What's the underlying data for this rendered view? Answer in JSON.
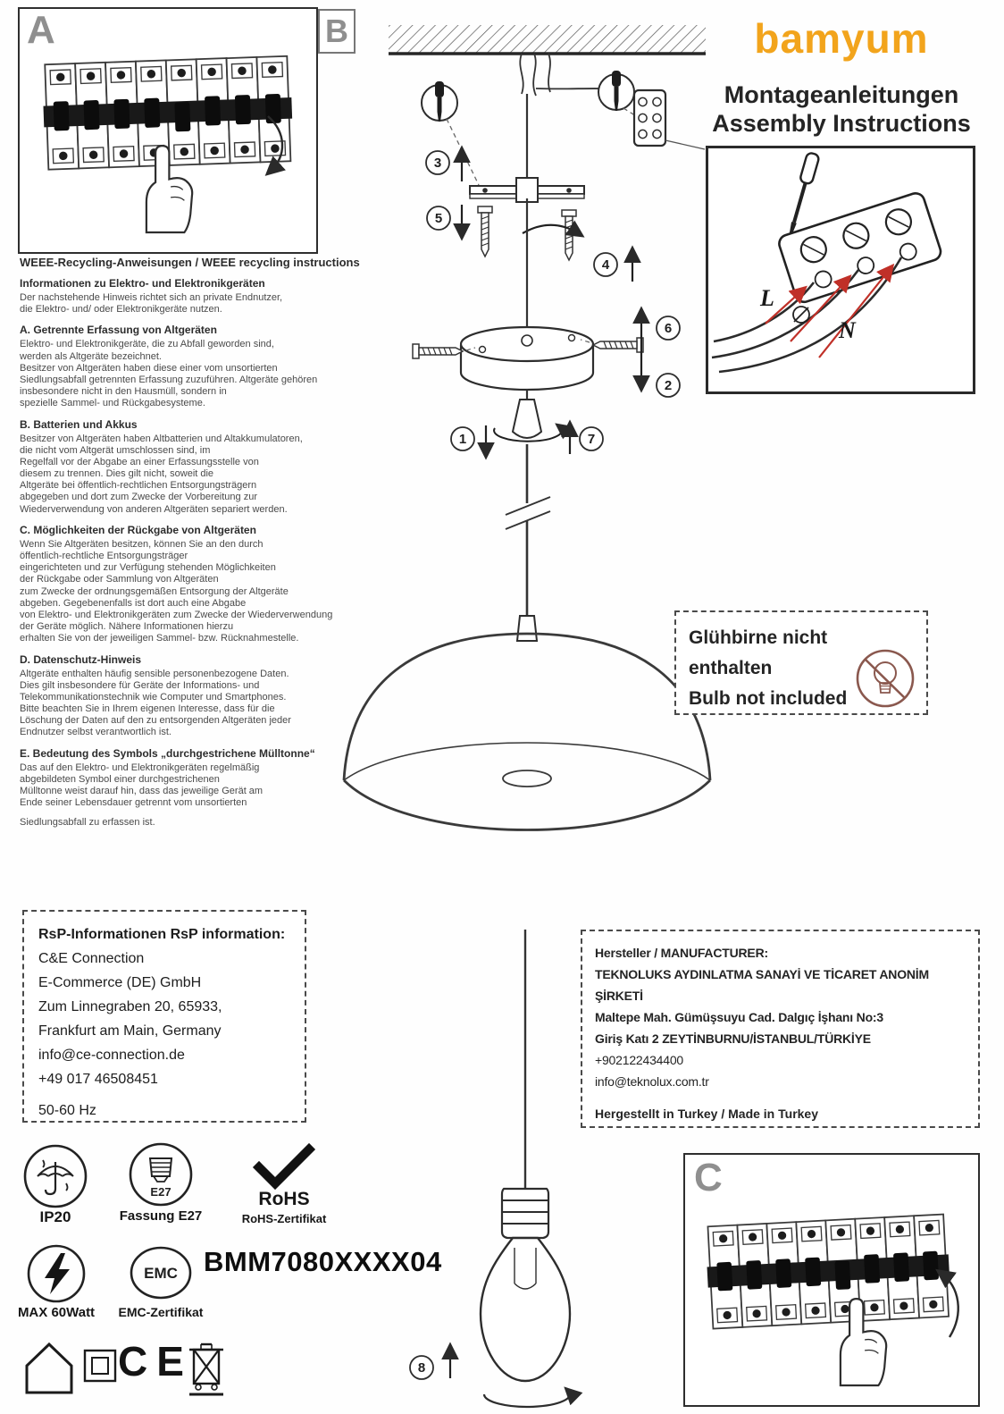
{
  "header": {
    "brand": "bamyum",
    "title_de": "Montageanleitungen",
    "title_en": "Assembly Instructions"
  },
  "panel_labels": {
    "a": "A",
    "b": "B",
    "c": "C"
  },
  "steps": {
    "s1": "1",
    "s2": "2",
    "s3": "3",
    "s4": "4",
    "s5": "5",
    "s6": "6",
    "s7": "7",
    "s8": "8"
  },
  "wiring": {
    "live": "L",
    "neutral": "N"
  },
  "colors": {
    "brand_orange": "#f2a41c",
    "wiring_arrow_red": "#c03028"
  },
  "weee": {
    "title": "WEEE-Recycling-Anweisungen / WEEE recycling instructions",
    "sections": [
      {
        "heading": "Informationen zu Elektro- und Elektronikgeräten",
        "body": "Der nachstehende Hinweis richtet sich an private Endnutzer,\ndie Elektro- und/ oder Elektronikgeräte nutzen."
      },
      {
        "heading": "A. Getrennte Erfassung von Altgeräten",
        "body": "Elektro- und Elektronikgeräte, die zu Abfall geworden sind,\nwerden als Altgeräte bezeichnet.\nBesitzer von Altgeräten haben diese einer vom unsortierten\nSiedlungsabfall getrennten Erfassung zuzuführen. Altgeräte gehören\ninsbesondere nicht in den Hausmüll, sondern in\nspezielle Sammel- und Rückgabesysteme."
      },
      {
        "heading": "B. Batterien und Akkus",
        "body": "Besitzer von Altgeräten haben Altbatterien und Altakkumulatoren,\ndie nicht vom Altgerät umschlossen sind, im\nRegelfall vor der Abgabe an einer Erfassungsstelle von\ndiesem zu trennen. Dies gilt nicht, soweit die\nAltgeräte bei öffentlich-rechtlichen Entsorgungsträgern\nabgegeben und dort zum Zwecke der Vorbereitung zur\nWiederverwendung von anderen Altgeräten separiert werden."
      },
      {
        "heading": "C. Möglichkeiten der Rückgabe von Altgeräten",
        "body": "Wenn Sie Altgeräten besitzen, können Sie an den durch\nöffentlich-rechtliche Entsorgungsträger\neingerichteten und zur Verfügung stehenden Möglichkeiten\nder Rückgabe oder Sammlung von Altgeräten\nzum Zwecke der ordnungsgemäßen Entsorgung der Altgeräte\nabgeben. Gegebenenfalls ist dort auch eine Abgabe\nvon Elektro- und Elektronikgeräten zum Zwecke der Wiederverwendung\nder Geräte möglich. Nähere Informationen hierzu\nerhalten Sie von der jeweiligen Sammel- bzw. Rücknahmestelle."
      },
      {
        "heading": "D. Datenschutz-Hinweis",
        "body": "Altgeräte enthalten häufig sensible personenbezogene Daten.\nDies gilt insbesondere für Geräte der Informations- und\nTelekommunikationstechnik wie Computer und Smartphones.\nBitte beachten Sie in Ihrem eigenen Interesse, dass für die\nLöschung der Daten auf den zu entsorgenden Altgeräten jeder\nEndnutzer selbst verantwortlich ist."
      },
      {
        "heading": "E. Bedeutung des Symbols „durchgestrichene Mülltonne“",
        "body": "Das auf den Elektro- und Elektronikgeräten regelmäßig\nabgebildeten Symbol einer durchgestrichenen\nMülltonne weist darauf hin, dass das jeweilige Gerät am\nEnde seiner Lebensdauer getrennt vom unsortierten"
      }
    ],
    "footer": "Siedlungsabfall zu erfassen ist."
  },
  "bulb_notice": {
    "de": "Glühbirne nicht enthalten",
    "en": "Bulb not included"
  },
  "rsp": {
    "title": "RsP-Informationen RsP information:",
    "lines": [
      "C&E Connection",
      "E-Commerce (DE) GmbH",
      "Zum Linnegraben 20, 65933,",
      "Frankfurt am Main, Germany",
      "info@ce-connection.de",
      "+49 017 46508451"
    ],
    "frequency": "50-60 Hz"
  },
  "manufacturer": {
    "title": "Hersteller / MANUFACTURER:",
    "lines": [
      "TEKNOLUKS AYDINLATMA SANAYİ VE TİCARET ANONİM ŞİRKETİ",
      "Maltepe Mah. Gümüşsuyu Cad. Dalgıç İşhanı No:3",
      "Giriş Katı 2 ZEYTİNBURNU/İSTANBUL/TÜRKİYE",
      "+902122434400",
      "info@teknolux.com.tr"
    ],
    "origin": "Hergestellt in Turkey / Made in Turkey"
  },
  "certifications": {
    "ip_rating": "IP20",
    "socket": "E27",
    "socket_label": "Fassung E27",
    "rohs": "RoHS",
    "rohs_label": "RoHS-Zertifikat",
    "max_wattage": "MAX 60Watt",
    "emc": "EMC",
    "emc_label": "EMC-Zertifikat",
    "ce": "CE",
    "model_number": "BMM7080XXXX04"
  }
}
